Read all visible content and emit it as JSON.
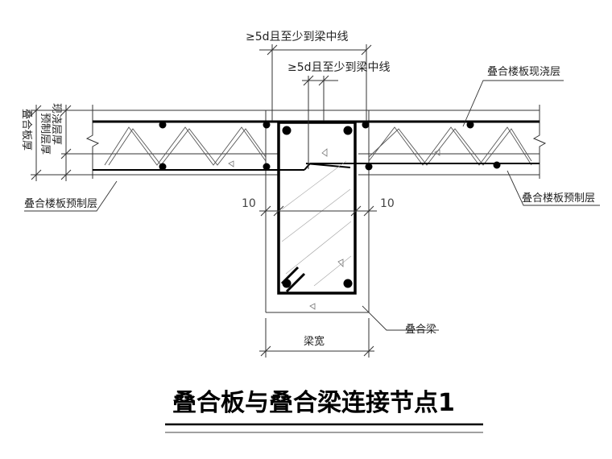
{
  "labels": {
    "anchor_top": "≥5d且至少到梁中线",
    "anchor_mid": "≥5d且至少到梁中线",
    "cast_layer": "叠合楼板现浇层",
    "precast_left": "叠合楼板预制层",
    "precast_right": "叠合楼板预制层",
    "slab_thickness": "叠合板厚",
    "precast_thickness": "预制层厚",
    "cast_thickness": "现浇层厚",
    "beam": "叠合梁",
    "beam_width": "梁宽",
    "dim_left": "10",
    "dim_right": "10"
  },
  "title": "叠合板与叠合梁连接节点1"
}
